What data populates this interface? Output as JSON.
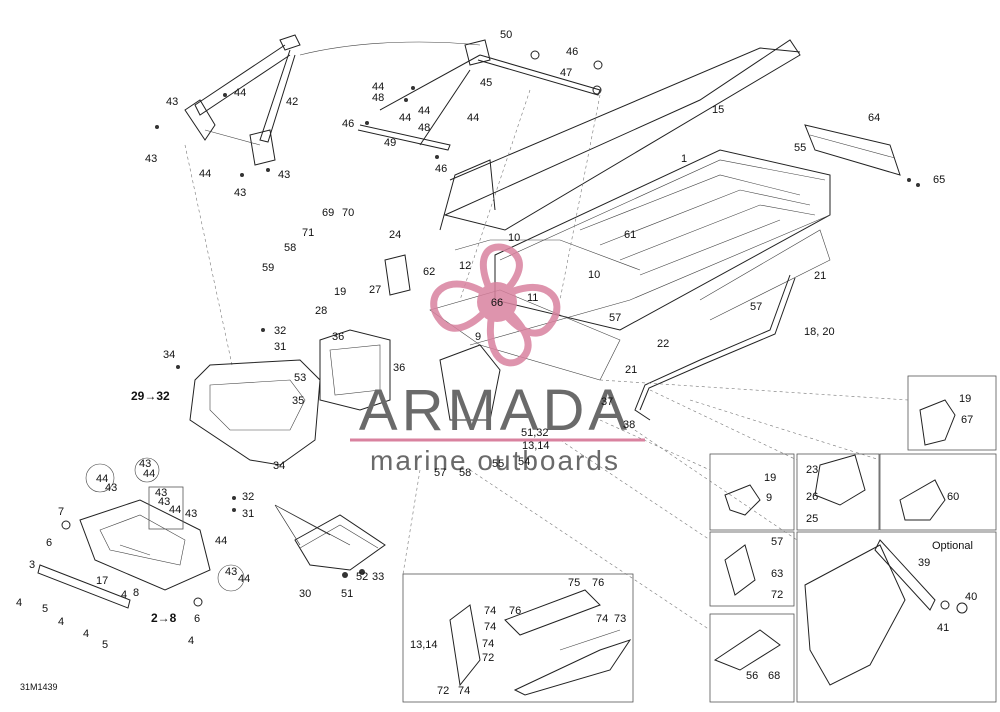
{
  "diagram_code": "31M1439",
  "watermark": {
    "brand": "ARMADA",
    "tagline": "marine outboards",
    "emblem_number": "66"
  },
  "optional_panel": {
    "title": "Optional"
  },
  "callouts": {
    "c1": "1",
    "c2": "2→8",
    "c3": "3",
    "c4a": "4",
    "c4b": "4",
    "c4c": "4",
    "c4d": "4",
    "c4e": "4",
    "c5a": "5",
    "c5b": "5",
    "c6a": "6",
    "c6b": "6",
    "c7": "7",
    "c8": "8",
    "c9a": "9",
    "c9b": "9",
    "c10a": "10",
    "c10b": "10",
    "c11": "11",
    "c12": "12",
    "c1314a": "13,14",
    "c1314b": "13,14",
    "c15": "15",
    "c1820": "18, 20",
    "c17": "17",
    "c19a": "19",
    "c19b": "19",
    "c19c": "19",
    "c21a": "21",
    "c21b": "21",
    "c22": "22",
    "c23": "23",
    "c24": "24",
    "c25": "25",
    "c26": "26",
    "c27": "27",
    "c28": "28",
    "c2932": "29→32",
    "c30": "30",
    "c31a": "31",
    "c31b": "31",
    "c32a": "32",
    "c32b": "32",
    "c33": "33",
    "c34a": "34",
    "c34b": "34",
    "c35": "35",
    "c36a": "36",
    "c36b": "36",
    "c37": "37",
    "c38": "38",
    "c39": "39",
    "c40": "40",
    "c41": "41",
    "c42": "42",
    "c43a": "43",
    "c43b": "43",
    "c43c": "43",
    "c43d": "43",
    "c43e": "43",
    "c43f": "43",
    "c43g": "43",
    "c43h": "43",
    "c43i": "43",
    "c43j": "43",
    "c44a": "44",
    "c44b": "44",
    "c44c": "44",
    "c44d": "44",
    "c44e": "44",
    "c44f": "44",
    "c44g": "44",
    "c44h": "44",
    "c44i": "44",
    "c44j": "44",
    "c44k": "44",
    "c45": "45",
    "c46a": "46",
    "c46b": "46",
    "c46c": "46",
    "c47": "47",
    "c48a": "48",
    "c48b": "48",
    "c49": "49",
    "c50": "50",
    "c5132": "51,32",
    "c51": "51",
    "c52": "52",
    "c53": "53",
    "c54": "54",
    "c55a": "55",
    "c55b": "55",
    "c56": "56",
    "c57a": "57",
    "c57b": "57",
    "c57c": "57",
    "c57d": "57",
    "c58a": "58",
    "c58b": "58",
    "c59": "59",
    "c60": "60",
    "c61": "61",
    "c62": "62",
    "c63": "63",
    "c64": "64",
    "c65": "65",
    "c67": "67",
    "c68": "68",
    "c69": "69",
    "c70": "70",
    "c71": "71",
    "c72a": "72",
    "c72b": "72",
    "c72c": "72",
    "c73": "73",
    "c74a": "74",
    "c74b": "74",
    "c74c": "74",
    "c74d": "74",
    "c74e": "74",
    "c75": "75",
    "c76a": "76",
    "c76b": "76"
  }
}
